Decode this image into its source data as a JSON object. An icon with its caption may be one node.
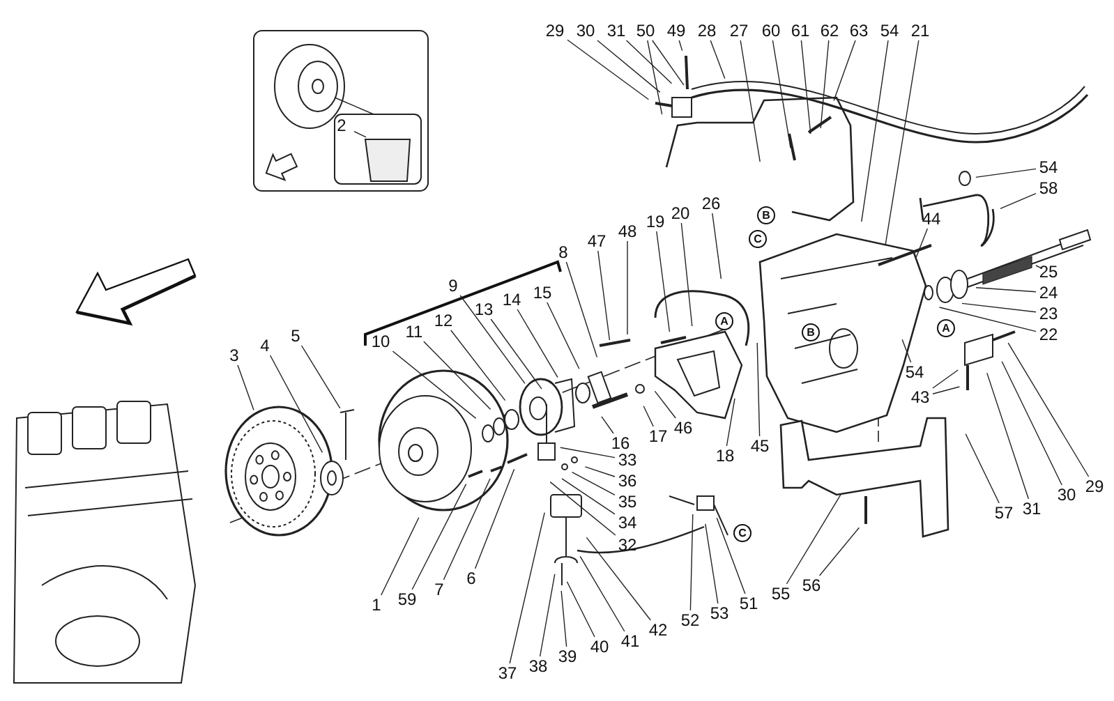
{
  "diagram": {
    "nodes": [
      {
        "text": [
          "2"
        ]
      },
      {
        "text": [
          "29"
        ]
      },
      {
        "text": [
          "30"
        ]
      },
      {
        "text": [
          "31"
        ]
      },
      {
        "text": [
          "50"
        ]
      },
      {
        "text": [
          "49"
        ]
      },
      {
        "text": [
          "28"
        ]
      },
      {
        "text": [
          "27"
        ]
      },
      {
        "text": [
          "60"
        ]
      },
      {
        "text": [
          "61"
        ]
      },
      {
        "text": [
          "62"
        ]
      },
      {
        "text": [
          "63"
        ]
      },
      {
        "text": [
          "54"
        ]
      },
      {
        "text": [
          "21"
        ]
      },
      {
        "text": [
          "54"
        ]
      },
      {
        "text": [
          "58"
        ]
      },
      {
        "text": [
          "44"
        ]
      },
      {
        "text": [
          "25"
        ]
      },
      {
        "text": [
          "24"
        ]
      },
      {
        "text": [
          "23"
        ]
      },
      {
        "text": [
          "22"
        ]
      },
      {
        "text": [
          "26"
        ]
      },
      {
        "text": [
          "20"
        ]
      },
      {
        "text": [
          "19"
        ]
      },
      {
        "text": [
          "48"
        ]
      },
      {
        "text": [
          "47"
        ]
      },
      {
        "text": [
          "8"
        ]
      },
      {
        "text": [
          "9"
        ]
      },
      {
        "text": [
          "15"
        ]
      },
      {
        "text": [
          "14"
        ]
      },
      {
        "text": [
          "13"
        ]
      },
      {
        "text": [
          "12"
        ]
      },
      {
        "text": [
          "11"
        ]
      },
      {
        "text": [
          "10"
        ]
      },
      {
        "text": [
          "3"
        ]
      },
      {
        "text": [
          "4"
        ]
      },
      {
        "text": [
          "5"
        ]
      },
      {
        "text": [
          "46"
        ]
      },
      {
        "text": [
          "17"
        ]
      },
      {
        "text": [
          "16"
        ]
      },
      {
        "text": [
          "18"
        ]
      },
      {
        "text": [
          "45"
        ]
      },
      {
        "text": [
          "33"
        ]
      },
      {
        "text": [
          "36"
        ]
      },
      {
        "text": [
          "35"
        ]
      },
      {
        "text": [
          "34"
        ]
      },
      {
        "text": [
          "32"
        ]
      },
      {
        "text": [
          "54"
        ]
      },
      {
        "text": [
          "43"
        ]
      },
      {
        "text": [
          "57"
        ]
      },
      {
        "text": [
          "31"
        ]
      },
      {
        "text": [
          "30"
        ]
      },
      {
        "text": [
          "29"
        ]
      },
      {
        "text": [
          "1"
        ]
      },
      {
        "text": [
          "59"
        ]
      },
      {
        "text": [
          "7"
        ]
      },
      {
        "text": [
          "6"
        ]
      },
      {
        "text": [
          "55"
        ]
      },
      {
        "text": [
          "56"
        ]
      },
      {
        "text": [
          "51"
        ]
      },
      {
        "text": [
          "53"
        ]
      },
      {
        "text": [
          "52"
        ]
      },
      {
        "text": [
          "42"
        ]
      },
      {
        "text": [
          "41"
        ]
      },
      {
        "text": [
          "40"
        ]
      },
      {
        "text": [
          "39"
        ]
      },
      {
        "text": [
          "38"
        ]
      },
      {
        "text": [
          "37"
        ]
      }
    ],
    "edges": [
      {
        "from": 0,
        "to": null,
        "arrow": "none"
      },
      {
        "from": 1,
        "to": null,
        "arrow": "none"
      },
      {
        "from": 2,
        "to": null,
        "arrow": "none"
      },
      {
        "from": 3,
        "to": null,
        "arrow": "none"
      },
      {
        "from": 4,
        "to": null,
        "arrow": "none"
      },
      {
        "from": 4,
        "to": null,
        "arrow": "none"
      },
      {
        "from": 5,
        "to": null,
        "arrow": "none"
      },
      {
        "from": 6,
        "to": null,
        "arrow": "none"
      },
      {
        "from": 7,
        "to": null,
        "arrow": "none"
      },
      {
        "from": 8,
        "to": null,
        "arrow": "none"
      },
      {
        "from": 9,
        "to": null,
        "arrow": "none"
      },
      {
        "from": 10,
        "to": null,
        "arrow": "none"
      },
      {
        "from": 11,
        "to": null,
        "arrow": "none"
      },
      {
        "from": 12,
        "to": null,
        "arrow": "none"
      },
      {
        "from": 13,
        "to": null,
        "arrow": "none"
      },
      {
        "from": 14,
        "to": null,
        "arrow": "none"
      },
      {
        "from": 15,
        "to": null,
        "arrow": "none"
      },
      {
        "from": 16,
        "to": null,
        "arrow": "none"
      },
      {
        "from": 17,
        "to": null,
        "arrow": "none"
      },
      {
        "from": 18,
        "to": null,
        "arrow": "none"
      },
      {
        "from": 19,
        "to": null,
        "arrow": "none"
      },
      {
        "from": 20,
        "to": null,
        "arrow": "none"
      },
      {
        "from": 21,
        "to": null,
        "arrow": "none"
      },
      {
        "from": 22,
        "to": null,
        "arrow": "none"
      },
      {
        "from": 23,
        "to": null,
        "arrow": "none"
      },
      {
        "from": 24,
        "to": null,
        "arrow": "none"
      },
      {
        "from": 25,
        "to": null,
        "arrow": "none"
      },
      {
        "from": 26,
        "to": null,
        "arrow": "none"
      },
      {
        "from": 27,
        "to": null,
        "arrow": "none"
      },
      {
        "from": 28,
        "to": null,
        "arrow": "none"
      },
      {
        "from": 29,
        "to": null,
        "arrow": "none"
      },
      {
        "from": 30,
        "to": null,
        "arrow": "none"
      },
      {
        "from": 31,
        "to": null,
        "arrow": "none"
      },
      {
        "from": 32,
        "to": null,
        "arrow": "none"
      },
      {
        "from": 33,
        "to": null,
        "arrow": "none"
      },
      {
        "from": 34,
        "to": null,
        "arrow": "none"
      },
      {
        "from": 35,
        "to": null,
        "arrow": "none"
      },
      {
        "from": 36,
        "to": null,
        "arrow": "none"
      },
      {
        "from": 37,
        "to": null,
        "arrow": "none"
      },
      {
        "from": 38,
        "to": null,
        "arrow": "none"
      },
      {
        "from": 39,
        "to": null,
        "arrow": "none"
      },
      {
        "from": 40,
        "to": null,
        "arrow": "none"
      },
      {
        "from": 41,
        "to": null,
        "arrow": "none"
      },
      {
        "from": 42,
        "to": null,
        "arrow": "none"
      },
      {
        "from": 43,
        "to": null,
        "arrow": "none"
      },
      {
        "from": 44,
        "to": null,
        "arrow": "none"
      },
      {
        "from": 45,
        "to": null,
        "arrow": "none"
      },
      {
        "from": 46,
        "to": null,
        "arrow": "none"
      },
      {
        "from": 47,
        "to": null,
        "arrow": "none"
      },
      {
        "from": 48,
        "to": null,
        "arrow": "none"
      },
      {
        "from": 48,
        "to": null,
        "arrow": "none"
      },
      {
        "from": 49,
        "to": null,
        "arrow": "none"
      },
      {
        "from": 50,
        "to": null,
        "arrow": "none"
      },
      {
        "from": 51,
        "to": null,
        "arrow": "none"
      },
      {
        "from": 52,
        "to": null,
        "arrow": "none"
      },
      {
        "from": 53,
        "to": null,
        "arrow": "none"
      },
      {
        "from": 54,
        "to": null,
        "arrow": "none"
      },
      {
        "from": 55,
        "to": null,
        "arrow": "none"
      },
      {
        "from": 56,
        "to": null,
        "arrow": "none"
      },
      {
        "from": 57,
        "to": null,
        "arrow": "none"
      },
      {
        "from": 58,
        "to": null,
        "arrow": "none"
      },
      {
        "from": 59,
        "to": null,
        "arrow": "none"
      },
      {
        "from": 60,
        "to": null,
        "arrow": "none"
      },
      {
        "from": 61,
        "to": null,
        "arrow": "none"
      },
      {
        "from": 62,
        "to": null,
        "arrow": "none"
      },
      {
        "from": 63,
        "to": null,
        "arrow": "none"
      },
      {
        "from": 64,
        "to": null,
        "arrow": "none"
      },
      {
        "from": 65,
        "to": null,
        "arrow": "none"
      },
      {
        "from": 66,
        "to": null,
        "arrow": "none"
      },
      {
        "from": 67,
        "to": null,
        "arrow": "none"
      }
    ],
    "labels": [
      "B",
      "C",
      "A",
      "B",
      "A",
      "C"
    ]
  }
}
